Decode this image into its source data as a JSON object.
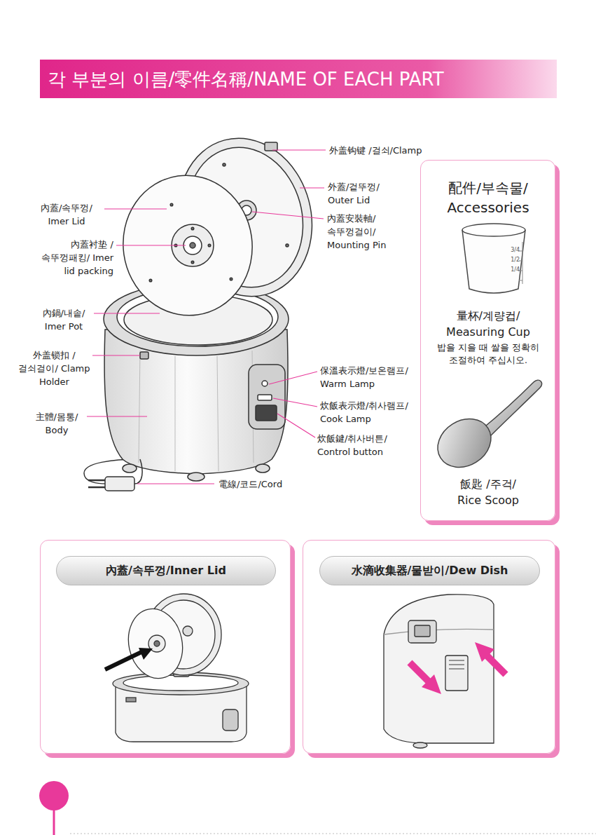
{
  "diagram": {
    "title": "각 부분의 이름/零件名稱/NAME OF EACH PART",
    "nodes": [
      {
        "text": [
          "配件/부속물/ Accessories",
          "量杯/계량컵/ Measuring Cup",
          "밥을 지을 때 쌀을 정확히 조절하여 주십시오.",
          "飯匙 /주걱/ Rice Scoop"
        ]
      },
      {
        "text": [
          "內蓋/속뚜껑/Inner Lid"
        ]
      },
      {
        "text": [
          "水滴收集器/물받이/Dew Dish"
        ]
      }
    ],
    "labels": [
      "外盖钩键 /걸쇠/Clamp",
      "外蓋/겉뚜껑/ Outer Lid",
      "內蓋安裝軸/ 속뚜껑걸이/ Mounting Pin",
      "內蓋/속뚜껑/ Imer Lid",
      "內蓋衬垫 / 속뚜껑패킹/ Imer lid packing",
      "內鍋/내솥/ Imer Pot",
      "外盖锁扣 / 걸쇠걸이/ Clamp Holder",
      "保溫表示燈/보온램프/ Warm Lamp",
      "炊飯表示燈/취사램프/ Cook Lamp",
      "主體/몸통/ Body",
      "炊飯鍵/취사버튼/ Control button",
      "電線/코드/Cord",
      "3/4",
      "1/2",
      "1/4"
    ]
  }
}
